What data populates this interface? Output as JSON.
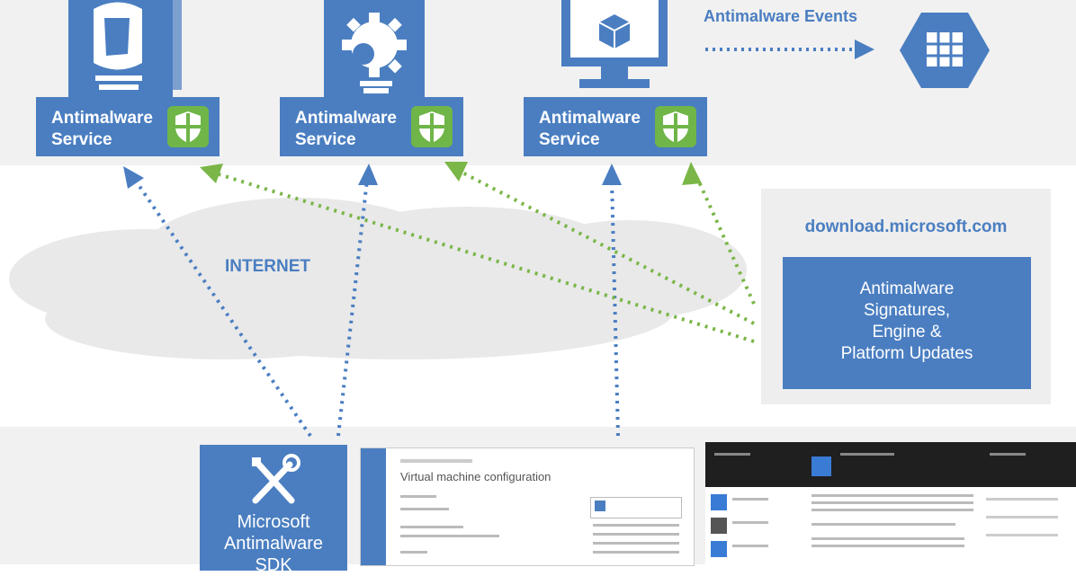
{
  "services": [
    {
      "label": "Antimalware\nService",
      "icon": "antimalware-shield-icon"
    },
    {
      "label": "Antimalware\nService",
      "icon": "antimalware-shield-icon"
    },
    {
      "label": "Antimalware\nService",
      "icon": "antimalware-shield-icon"
    }
  ],
  "events": {
    "label": "Antimalware Events",
    "target_icon": "storage-table-hexagon-icon"
  },
  "internet": {
    "label": "INTERNET"
  },
  "download": {
    "title": "download.microsoft.com",
    "lines": [
      "Antimalware",
      "Signatures,",
      "Engine &",
      "Platform Updates"
    ]
  },
  "sdk": {
    "label": "Microsoft\nAntimalware\nSDK",
    "icon": "wrench-screwdriver-icon"
  },
  "screenshots": {
    "vm_config_title": "Virtual machine configuration"
  },
  "colors": {
    "blue": "#4a7ec1",
    "green": "#6fb548",
    "band": "#f1f1f1"
  }
}
